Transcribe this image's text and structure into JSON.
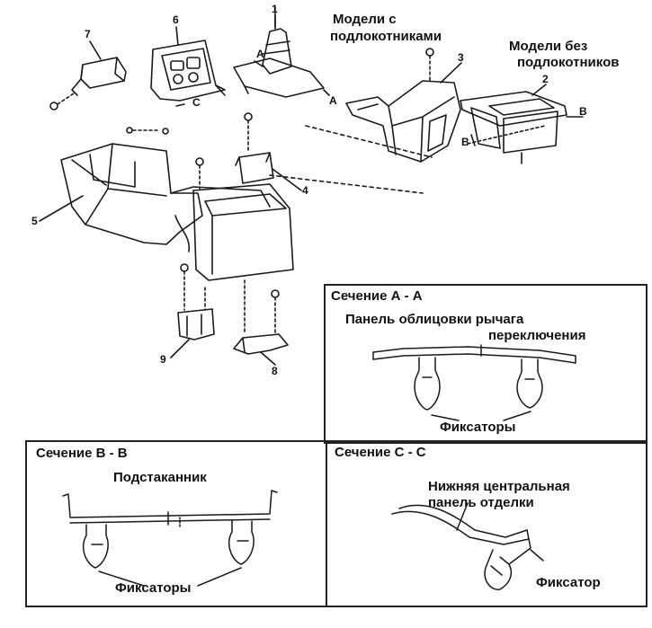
{
  "header": {
    "with_armrest": [
      "Модели с",
      "подлокотниками"
    ],
    "without_armrest": [
      "Модели без",
      "подлокотников"
    ]
  },
  "part_numbers": [
    "1",
    "2",
    "3",
    "4",
    "5",
    "6",
    "7",
    "8",
    "9"
  ],
  "view_letters": {
    "a": "A",
    "b": "B",
    "c": "C"
  },
  "sections": {
    "aa": {
      "title": "Сечение А - А",
      "label": [
        "Панель облицовки рычага",
        "переключения"
      ],
      "callout": "Фиксаторы"
    },
    "bb": {
      "title": "Сечение В - В",
      "label": "Подстаканник",
      "callout": "Фиксаторы"
    },
    "cc": {
      "title": "Сечение С - С",
      "label": [
        "Нижняя центральная",
        "панель отделки"
      ],
      "callout": "Фиксатор"
    }
  }
}
